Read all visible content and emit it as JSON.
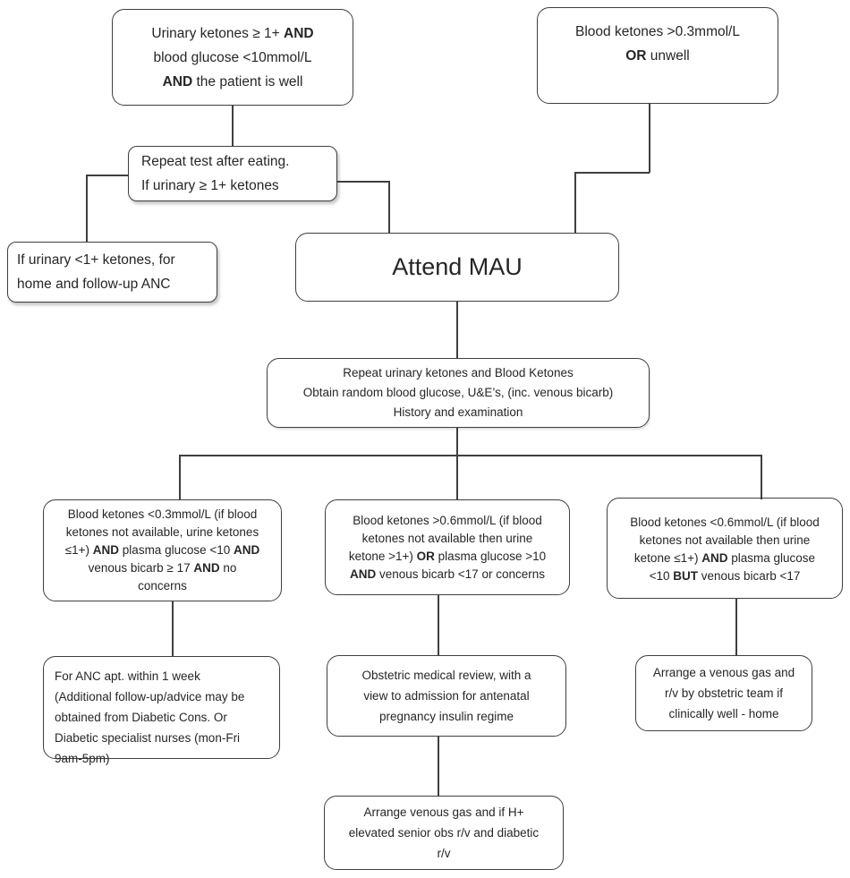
{
  "colors": {
    "background": "#ffffff",
    "border": "#3f3f3f",
    "line": "#3f3f3f",
    "text": "#262626"
  },
  "flowchart": {
    "nodes": {
      "entry_urinary": {
        "runs": [
          {
            "t": "Urinary ketones ≥ 1+ "
          },
          {
            "t": "AND",
            "b": true
          },
          {
            "t": "\nblood glucose <10mmol/L\n"
          },
          {
            "t": "AND",
            "b": true
          },
          {
            "t": " the patient is well"
          }
        ]
      },
      "entry_blood": {
        "runs": [
          {
            "t": "Blood ketones >0.3mmol/L\n"
          },
          {
            "t": "OR",
            "b": true
          },
          {
            "t": " unwell"
          }
        ]
      },
      "repeat_test": {
        "runs": [
          {
            "t": "Repeat test after eating.\nIf urinary ≥ 1+ ketones"
          }
        ]
      },
      "home_anc": {
        "runs": [
          {
            "t": "If urinary <1+ ketones, for\nhome and follow-up ANC"
          }
        ]
      },
      "attend_mau": {
        "runs": [
          {
            "t": "Attend MAU"
          }
        ]
      },
      "mau_workup": {
        "runs": [
          {
            "t": "Repeat urinary ketones and Blood Ketones\nObtain random blood glucose, U&E’s, (inc. venous bicarb)\nHistory and examination"
          }
        ]
      },
      "criteria_low": {
        "runs": [
          {
            "t": "Blood ketones <0.3mmol/L (if blood\nketones not available, urine ketones\n≤1+) "
          },
          {
            "t": "AND",
            "b": true
          },
          {
            "t": " plasma glucose <10 "
          },
          {
            "t": "AND",
            "b": true
          },
          {
            "t": "\nvenous bicarb ≥ 17 "
          },
          {
            "t": "AND",
            "b": true
          },
          {
            "t": " no\nconcerns"
          }
        ]
      },
      "criteria_high": {
        "runs": [
          {
            "t": "Blood ketones >0.6mmol/L (if blood\nketones not available then urine\nketone >1+) "
          },
          {
            "t": "OR",
            "b": true
          },
          {
            "t": " plasma glucose >10\n"
          },
          {
            "t": "AND",
            "b": true
          },
          {
            "t": " venous bicarb <17 or concerns"
          }
        ]
      },
      "criteria_mid": {
        "runs": [
          {
            "t": "Blood ketones <0.6mmol/L (if blood\nketones not available then urine\nketone ≤1+) "
          },
          {
            "t": "AND",
            "b": true
          },
          {
            "t": " plasma glucose\n<10 "
          },
          {
            "t": "BUT",
            "b": true
          },
          {
            "t": " venous bicarb <17"
          }
        ]
      },
      "action_anc": {
        "runs": [
          {
            "t": "For ANC apt. within 1 week\n(Additional follow-up/advice may be\nobtained from Diabetic Cons. Or\nDiabetic specialist nurses (mon-Fri\n9am-5pm)"
          }
        ]
      },
      "action_obstetric": {
        "runs": [
          {
            "t": "Obstetric medical review, with a\nview to admission for antenatal\npregnancy insulin regime"
          }
        ]
      },
      "action_venous_rv": {
        "runs": [
          {
            "t": "Arrange a venous gas and\nr/v by obstetric team if\nclinically well - home"
          }
        ]
      },
      "action_venous_senior": {
        "runs": [
          {
            "t": "Arrange venous gas and if H+\nelevated senior obs r/v and diabetic\nr/v"
          }
        ]
      }
    }
  }
}
